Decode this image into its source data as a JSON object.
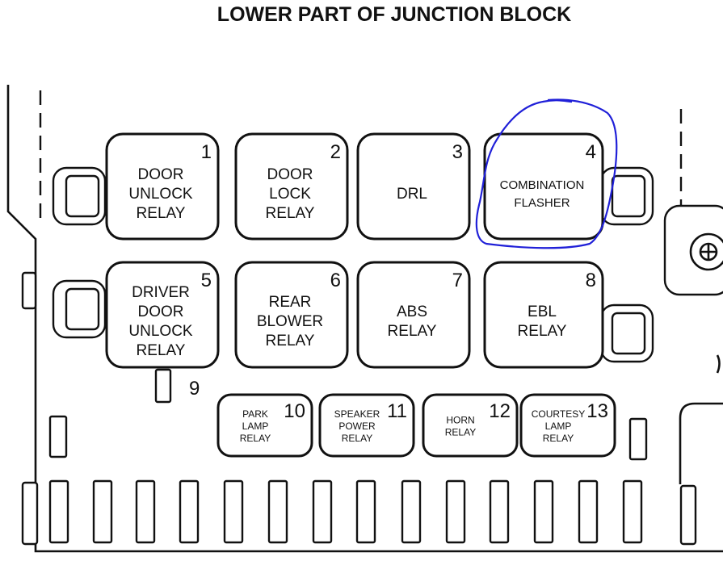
{
  "title": "LOWER PART OF JUNCTION BLOCK",
  "relays": [
    {
      "number": "1",
      "lines": [
        "DOOR",
        "UNLOCK",
        "RELAY"
      ]
    },
    {
      "number": "2",
      "lines": [
        "DOOR",
        "LOCK",
        "RELAY"
      ]
    },
    {
      "number": "3",
      "lines": [
        "DRL"
      ]
    },
    {
      "number": "4",
      "lines": [
        "COMBINATION",
        "FLASHER"
      ]
    },
    {
      "number": "5",
      "lines": [
        "DRIVER",
        "DOOR",
        "UNLOCK",
        "RELAY"
      ]
    },
    {
      "number": "6",
      "lines": [
        "REAR",
        "BLOWER",
        "RELAY"
      ]
    },
    {
      "number": "7",
      "lines": [
        "ABS",
        "RELAY"
      ]
    },
    {
      "number": "8",
      "lines": [
        "EBL",
        "RELAY"
      ]
    },
    {
      "number": "10",
      "lines": [
        "PARK",
        "LAMP",
        "RELAY"
      ]
    },
    {
      "number": "11",
      "lines": [
        "SPEAKER",
        "POWER",
        "RELAY"
      ]
    },
    {
      "number": "12",
      "lines": [
        "HORN",
        "RELAY"
      ]
    },
    {
      "number": "13",
      "lines": [
        "COURTESY",
        "LAMP",
        "RELAY"
      ]
    }
  ],
  "connector_9_label": "9",
  "highlight_color": "#2020d8"
}
